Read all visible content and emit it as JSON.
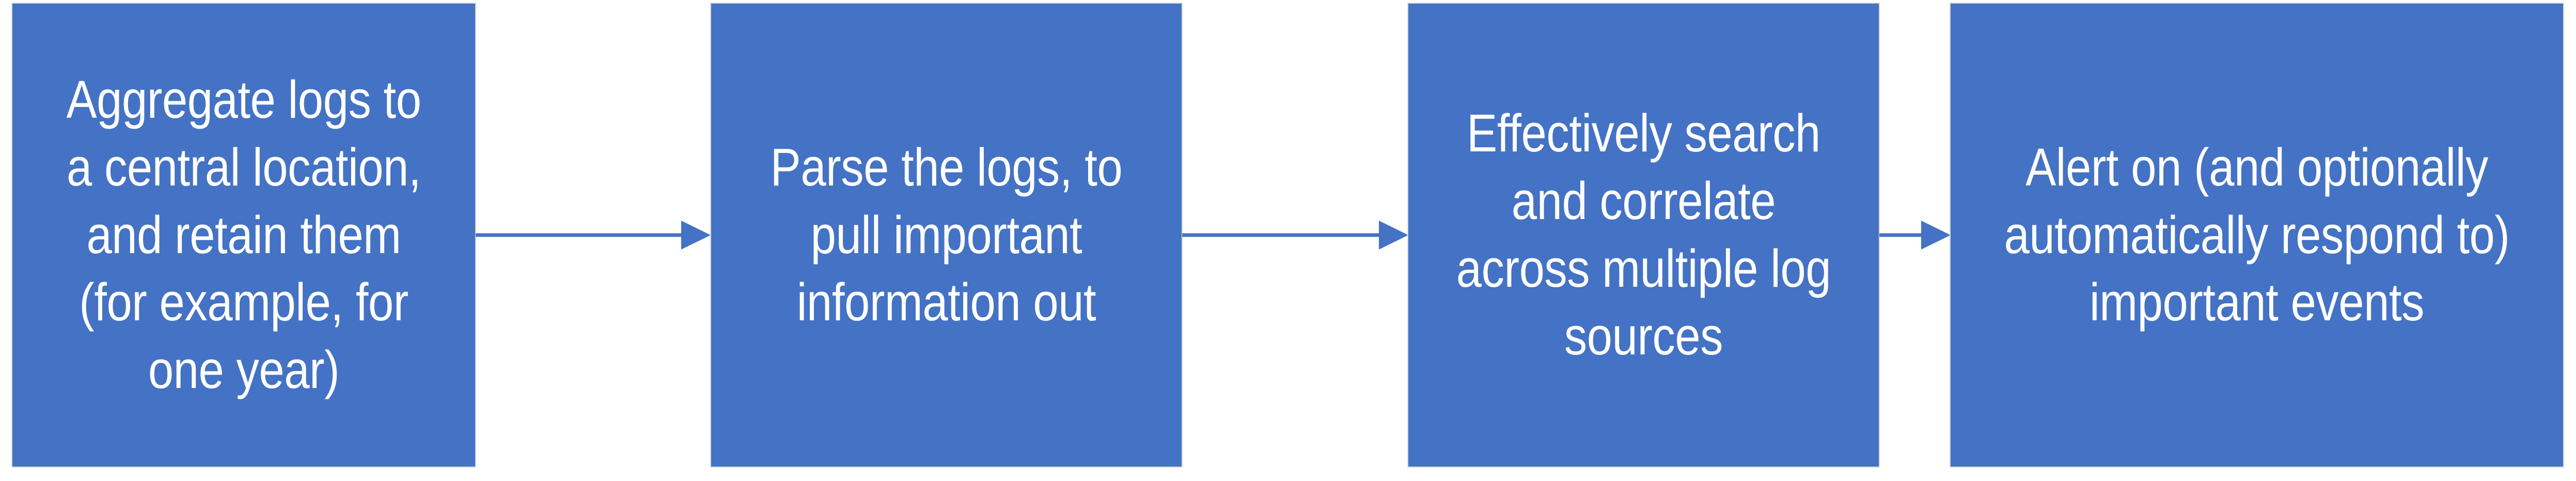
{
  "diagram": {
    "type": "linear-process-flow",
    "orientation": "left-to-right",
    "background_color": "#FFFFFF",
    "box_fill_color": "#4472C4",
    "box_border_color": "#D9D9D9",
    "box_text_color": "#FFFFFF",
    "connector_color": "#4472C4",
    "steps": [
      {
        "index": 1,
        "name": "aggregate",
        "label": "Aggregate logs to a central location, and retain them (for example, for one year)"
      },
      {
        "index": 2,
        "name": "parse",
        "label": "Parse the logs, to pull important information out"
      },
      {
        "index": 3,
        "name": "search-correlate",
        "label": "Effectively search and correlate across multiple log sources"
      },
      {
        "index": 4,
        "name": "alert-respond",
        "label": "Alert on (and optionally automatically respond to) important events"
      }
    ],
    "connectors": [
      {
        "name": "arrow-step1-to-step2",
        "icon": "arrow-right-icon",
        "from": 1,
        "to": 2
      },
      {
        "name": "arrow-step2-to-step3",
        "icon": "arrow-right-icon",
        "from": 2,
        "to": 3
      },
      {
        "name": "arrow-step3-to-step4",
        "icon": "arrow-right-icon",
        "from": 3,
        "to": 4
      }
    ]
  }
}
